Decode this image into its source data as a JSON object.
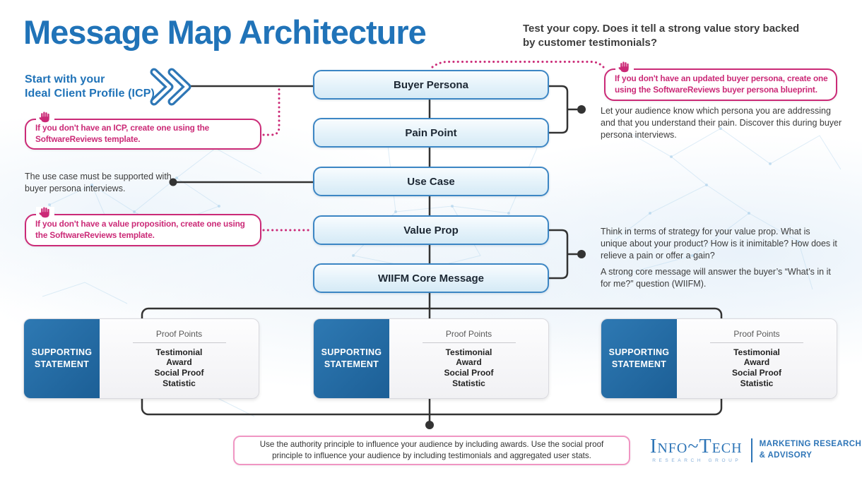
{
  "header": {
    "title": "Message Map Architecture",
    "tagline": "Test your copy. Does it tell a strong value story backed by customer testimonials?"
  },
  "start": {
    "line1": "Start with your",
    "line2": "Ideal Client Profile (ICP)"
  },
  "flow": {
    "boxes": [
      "Buyer Persona",
      "Pain Point",
      "Use Case",
      "Value Prop",
      "WIIFM Core Message"
    ]
  },
  "callouts": {
    "icp": "If you don't have an ICP, create one using the SoftwareReviews template.",
    "buyer_persona": "If you don't have an updated buyer persona, create one using the SoftwareReviews buyer persona blueprint.",
    "value_prop": "If you don't have a value proposition, create one using the SoftwareReviews template."
  },
  "notes": {
    "persona_pain": "Let your audience know which persona you are addressing and that you understand their pain. Discover this during buyer persona interviews.",
    "use_case": "The use case must be supported with buyer persona interviews.",
    "value_prop": "Think in terms of strategy for your value prop. What is unique about your product? How is it inimitable? How does it relieve a pain or offer a gain?",
    "core_message": "A strong core message will answer the buyer’s “What’s in it for me?” question (WIIFM)."
  },
  "supporting": {
    "label_line1": "SUPPORTING",
    "label_line2": "STATEMENT",
    "proof_title": "Proof Points",
    "proof_items": [
      "Testimonial",
      "Award",
      "Social Proof",
      "Statistic"
    ]
  },
  "footer": {
    "note": "Use the authority principle to influence your audience by including awards. Use the social proof principle to influence your audience by including testimonials and aggregated user stats.",
    "logo_name": "Info~Tech",
    "logo_sub": "RESEARCH GROUP",
    "division_line1": "MARKETING RESEARCH",
    "division_line2": "& ADVISORY"
  },
  "colors": {
    "brand_blue": "#2073b8",
    "box_border_blue": "#3c86c4",
    "pink": "#cb2a77",
    "light_pink": "#f096c3",
    "line_dark": "#333333",
    "supporting_blue": "#2470ab"
  }
}
